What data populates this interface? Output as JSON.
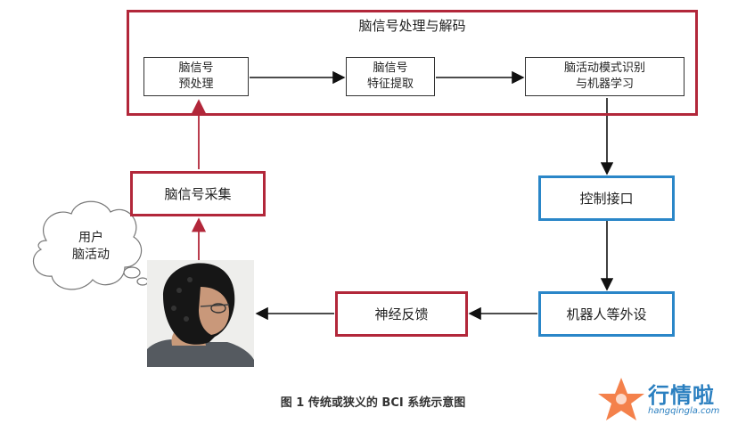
{
  "diagram": {
    "processing_title": "脑信号处理与解码",
    "steps": {
      "preprocess": "脑信号\n预处理",
      "features": "脑信号\n特征提取",
      "recognition": "脑活动模式识别\n与机器学习"
    },
    "acquisition": "脑信号采集",
    "control_interface": "控制接口",
    "external_device": "机器人等外设",
    "feedback": "神经反馈",
    "thought_bubble": "用户\n脑活动",
    "caption": "图 1 传统或狭义的 BCI 系统示意图"
  },
  "watermark": {
    "brand": "行情啦",
    "url": "hangqingla.com"
  },
  "colors": {
    "red_border": "#b2273a",
    "blue_border": "#2a86c8",
    "arrow_black": "#111111",
    "watermark_orange": "#f26b2b",
    "watermark_blue": "#2a7fc0"
  }
}
